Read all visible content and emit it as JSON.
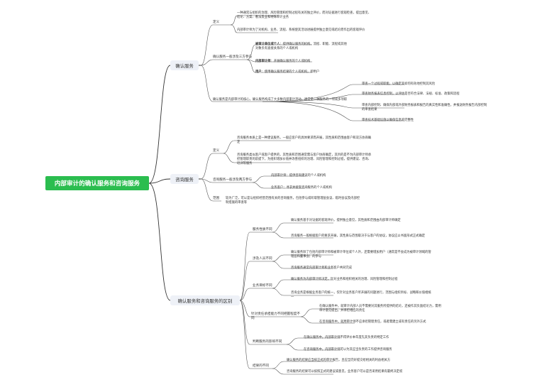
{
  "root": "内部审计的确认服务和咨询服务",
  "b1": {
    "confirm": "确认服务",
    "consult": "咨询服务",
    "diff": "确认服务和咨询服务的区别"
  },
  "confirm": {
    "def_label": "定义",
    "def1": "一种通常与组织的治理、风险管理和控制过程有关的独立评价，而对证据进行客观检查，提出意见、结论、方案、看法及业和特殊审计业务",
    "def2": "内部审计师为了对机构、业务、流程、系统使其活动进展提供独立意见或结论而作出的客观评价",
    "parties_label": "确认服务一般涉及三方参与",
    "p1_b": "被审计单位或个人",
    "p1": "：提供确认服务的机构、流程、职能、流程或其他对象负有直接关系的个人或机构",
    "p2_b": "内部审计师",
    "p2": "：开展确认服务的个人或机构",
    "p3_b": "用户",
    "p3": "：使用确认服务结果的个人或机构，即用户",
    "core": "确认服务是内部审计的核心，确认服务构成了大多数内部审计活动，通常是一种服务的一项或多项职",
    "c1": "审查一个过程或职能，以确定其如何有效地控制其风险",
    "c2": "审查财务报表信息控制，以评估是否符合法律、法规、标准、政策和流程",
    "c3": "审查内部控制、确保内部或外部财务报表和报告的真实性和准确性，并报送财务报告内部控制的审查结果",
    "c4": "审查技术基础设施以确保信息的完整性"
  },
  "consult": {
    "def_label": "定义",
    "def1": "咨询服务本质上是一种建议服务，一般应客户的具体要求而开展，其性质和范围由客户和双方协商确定",
    "def2": "咨询服务类似客户或客户提供的，其性质和范围通常需与客户协商确定，其目的是不为内部审计师承担管理职责的前提下，为组织增加价值并改善组织的治理、风险管理和控制过程，提供建议、咨询、培训等服务",
    "parties_label": "咨询服务一般涉及两方参与",
    "q1": "内部审计师：提供咨询建议的个人或机构",
    "q2": "业务客户：寻求并接受咨询服务的个人或机构",
    "exam_label": "范围",
    "exam": "较为广泛，可以是与组织经营范围有关的咨询服务，包括参与或听取管理层会议、临时会议及内部控制措施的审查等"
  },
  "diff": {
    "d1_label": "服务性质不同",
    "d1a": "确认服务基于对证据的客观评价，提供独立意见，其性质和范围由内部审计师确定",
    "d1b": "咨询服务一般根据客户的要求开展，其性质与范围取决于与客户的协议，协议应以书面形式正式确定",
    "d2_label": "涉及人员不同",
    "d2a": "确认服务除了包括内部审计师和被审计单位或个人外，还需要增加用户（通常是不会成为被审计领域的管理层和董事会）的参与",
    "d2b": "咨询服务通常内部审计师和业务客户共同完成",
    "d3_label": "业务目标不同",
    "d3a": "确认服务为内部审计师决定，针对业务和组织相关的治理、风险管理和控制过程",
    "d3b": "咨询业务是根据业务客户的统一，仅针对业务客户所开展的问题进行，范围与组织目标、战略和价值相统一",
    "d4_label": "针对责任承担能力不同把握程度不同",
    "d4a": "在确认服务中，就审计内部人员不需要对其服务所提供的结论，还被作其负面结论力，需用审计意见提出，并承担相应的责任",
    "d4b": "在咨询服务中，就用审计师不应承担管理责任，或者需建立或有责任的另外方式",
    "d5_label": "判断服务的影响不同",
    "d5a": "在确认服务中，内部审计师不得评价本年度先其负责的特定工作",
    "d5b": "在咨询服务中，内部审计师可以为其应当负责的工作提供咨询服务",
    "d6_label": "结果的不同",
    "d6a": "确认服务的结果应当按正式的审计报告，且应当完好提交给相关的利益相关方",
    "d6b": "咨询服务的结果可以按照正式的建议或意见，业务客户可以是否采用结果有最终决定权"
  }
}
